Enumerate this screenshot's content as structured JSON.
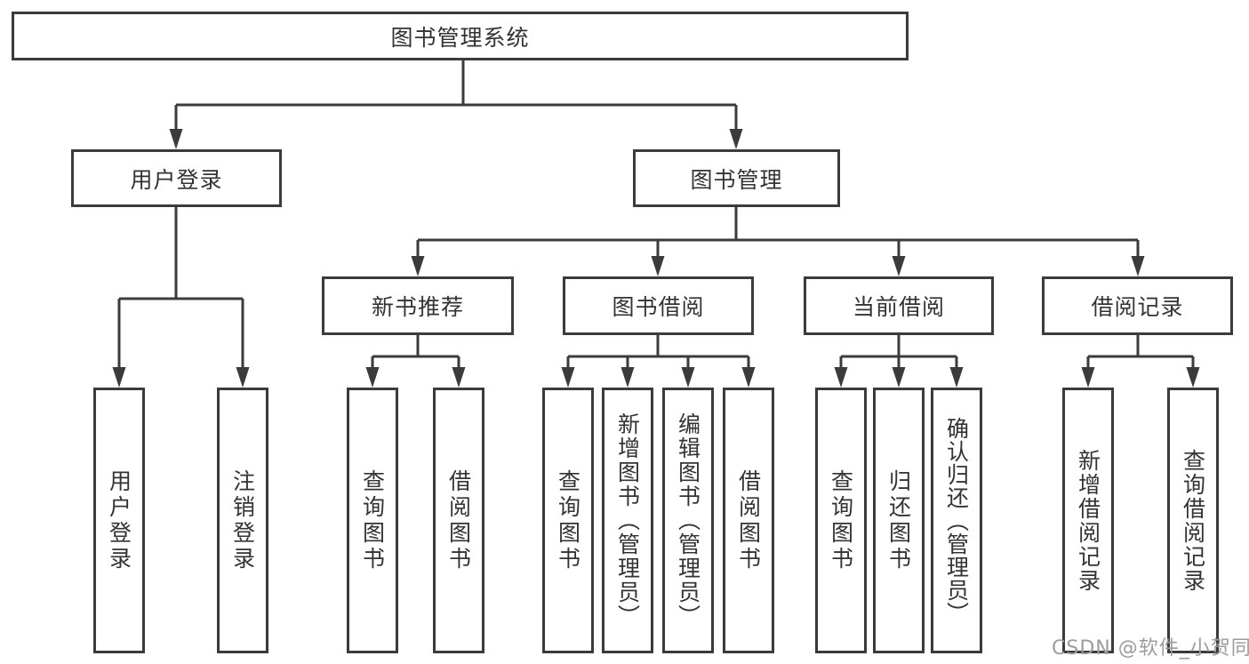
{
  "diagram": {
    "root": {
      "label": "图书管理系统"
    },
    "branches": [
      {
        "label": "用户登录",
        "children": [
          {
            "label": "用户登录"
          },
          {
            "label": "注销登录"
          }
        ]
      },
      {
        "label": "图书管理",
        "children": [
          {
            "label": "新书推荐",
            "children": [
              {
                "label": "查询图书"
              },
              {
                "label": "借阅图书"
              }
            ]
          },
          {
            "label": "图书借阅",
            "children": [
              {
                "label": "查询图书"
              },
              {
                "label": "新增图书（管理员）"
              },
              {
                "label": "编辑图书（管理员）"
              },
              {
                "label": "借阅图书"
              }
            ]
          },
          {
            "label": "当前借阅",
            "children": [
              {
                "label": "查询图书"
              },
              {
                "label": "归还图书"
              },
              {
                "label": "确认归还（管理员）"
              }
            ]
          },
          {
            "label": "借阅记录",
            "children": [
              {
                "label": "新增借阅记录"
              },
              {
                "label": "查询借阅记录"
              }
            ]
          }
        ]
      }
    ],
    "watermark": "CSDN @软件_小贺同学",
    "colors": {
      "line": "#3b3b3b",
      "text": "#333333",
      "watermark": "#9c9c9c",
      "background": "#ffffff"
    }
  }
}
